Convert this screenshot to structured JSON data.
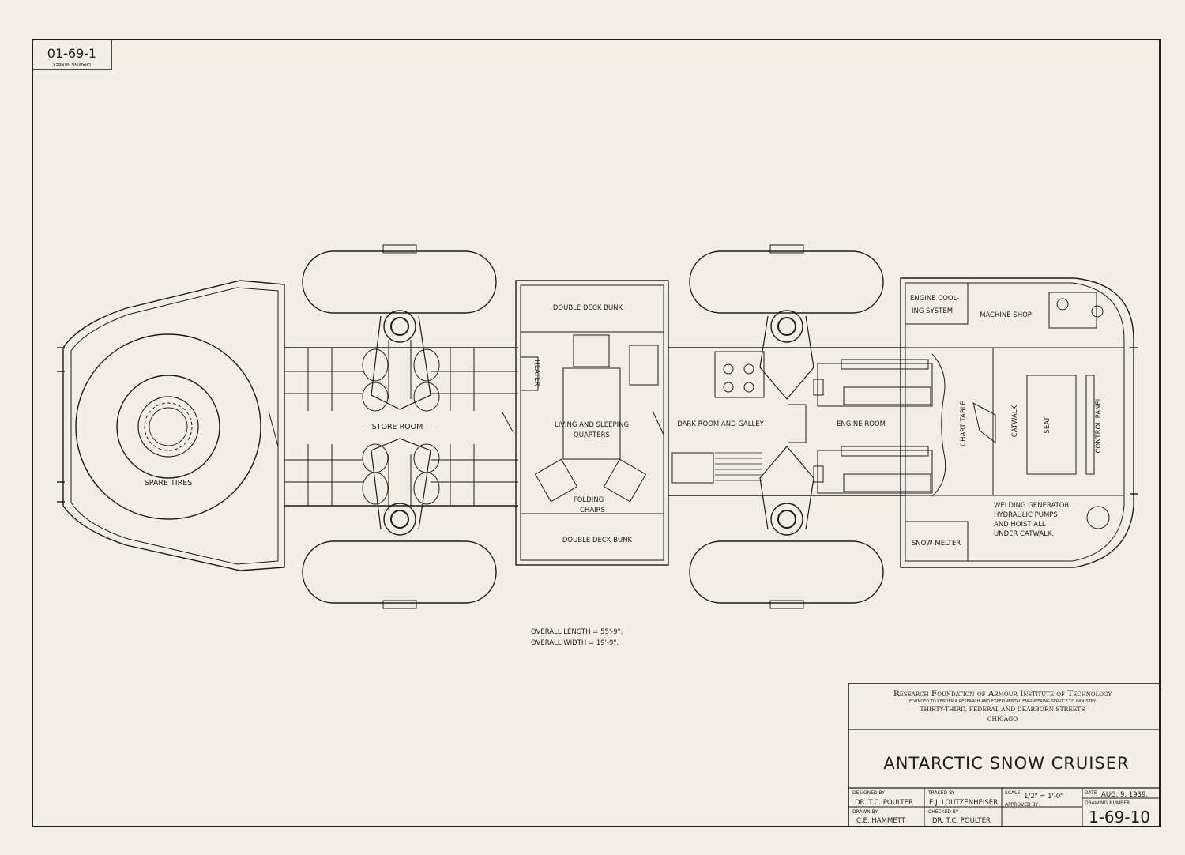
{
  "sheet": {
    "corner_number": "01-69-1",
    "corner_caption": "DRAWING NUMBER"
  },
  "rooms": {
    "spare_tires": "SPARE TIRES",
    "store_room": "— STORE ROOM —",
    "heater": "HEATER",
    "double_deck_bunk_top": "DOUBLE DECK BUNK",
    "living_1": "LIVING AND SLEEPING",
    "living_2": "QUARTERS",
    "folding_1": "FOLDING",
    "folding_2": "CHAIRS",
    "double_deck_bunk_bottom": "DOUBLE DECK BUNK",
    "dark_room": "DARK ROOM AND GALLEY",
    "engine_room": "ENGINE  ROOM",
    "engine_cool_1": "ENGINE COOL-",
    "engine_cool_2": "ING SYSTEM",
    "machine_shop": "MACHINE SHOP",
    "chart_table": "CHART TABLE",
    "catwalk": "CATWALK",
    "seat": "SEAT",
    "control_panel": "CONTROL PANEL",
    "welding_1": "WELDING GENERATOR",
    "welding_2": "HYDRAULIC PUMPS",
    "welding_3": "AND HOIST ALL",
    "welding_4": "UNDER CATWALK.",
    "snow_melter": "SNOW MELTER"
  },
  "dimensions": {
    "length": "OVERALL  LENGTH = 55'-9\".",
    "width": "OVERALL  WIDTH = 19'-9\"."
  },
  "title_block": {
    "org_name": "Research Foundation of Armour Institute of Technology",
    "org_purpose": "FOUNDED TO RENDER A RESEARCH AND EXPERIMENTAL ENGINEERING SERVICE TO INDUSTRY",
    "org_address": "THIRTY-THIRD, FEDERAL AND DEARBORN STREETS",
    "org_city": "CHICAGO",
    "title": "ANTARCTIC SNOW CRUISER",
    "designed_by_label": "DESIGNED BY",
    "designed_by": "DR. T.C. POULTER",
    "traced_by_label": "TRACED BY",
    "traced_by": "E.J. LOUTZENHEISER",
    "scale_label": "SCALE",
    "scale": "1/2\" = 1'-0\"",
    "date_label": "DATE",
    "date": "AUG. 9, 1939.",
    "drawn_by_label": "DRAWN BY",
    "drawn_by": "C.E. HAMMETT",
    "checked_by_label": "CHECKED BY",
    "checked_by": "DR. T.C. POULTER",
    "approved_by_label": "APPROVED BY",
    "drawing_number_label": "DRAWING NUMBER",
    "drawing_number": "1-69-10"
  }
}
